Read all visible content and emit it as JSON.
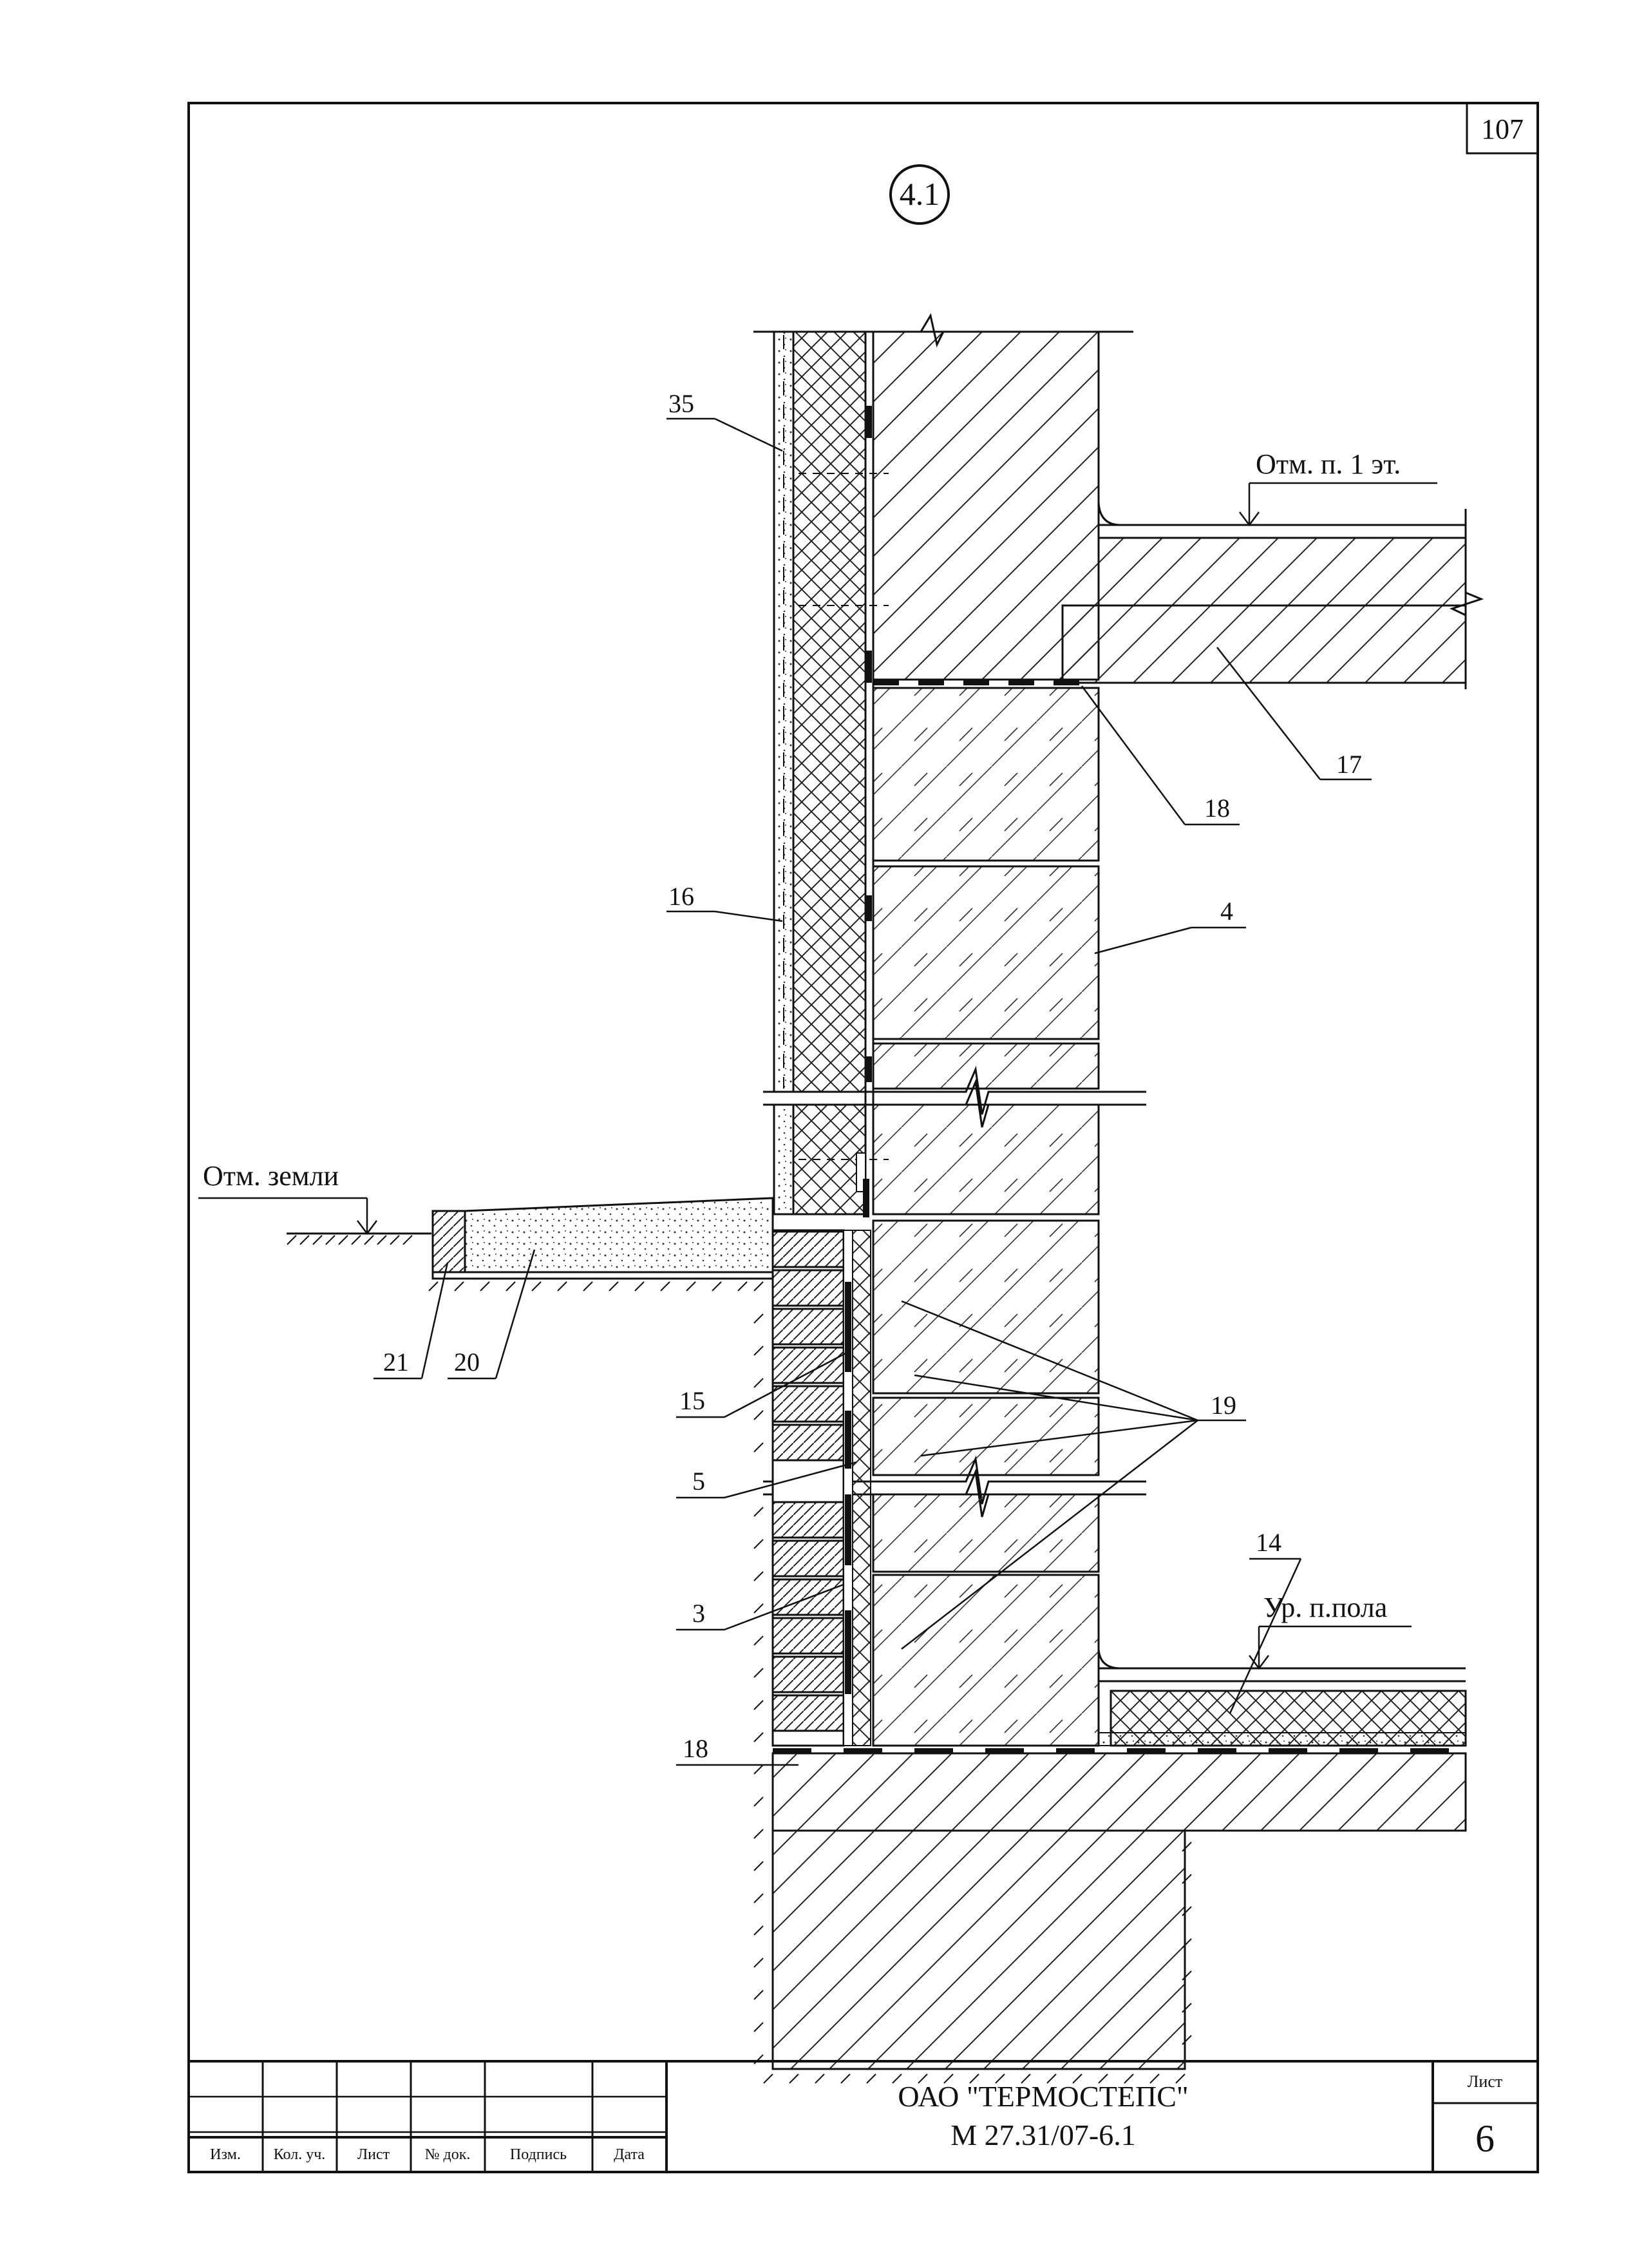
{
  "sheet": {
    "corner_number": "107",
    "node_label": "4.1"
  },
  "levels": {
    "floor_1": "Отм. п. 1 эт.",
    "ground": "Отм. земли",
    "floor_level": "Ур. п.пола"
  },
  "callouts": {
    "c35": "35",
    "c16": "16",
    "c17": "17",
    "c18_top": "18",
    "c4": "4",
    "c19": "19",
    "c15": "15",
    "c5": "5",
    "c3": "3",
    "c14": "14",
    "c18_bottom": "18",
    "c21": "21",
    "c20": "20"
  },
  "title_block": {
    "company": "ОАО \"ТЕРМОСТЕПС\"",
    "code": "М 27.31/07-6.1",
    "sheet_label": "Лист",
    "sheet_number": "6",
    "col_izm": "Изм.",
    "col_kol": "Кол. уч.",
    "col_list": "Лист",
    "col_doc": "№ док.",
    "col_sign": "Подпись",
    "col_date": "Дата"
  }
}
